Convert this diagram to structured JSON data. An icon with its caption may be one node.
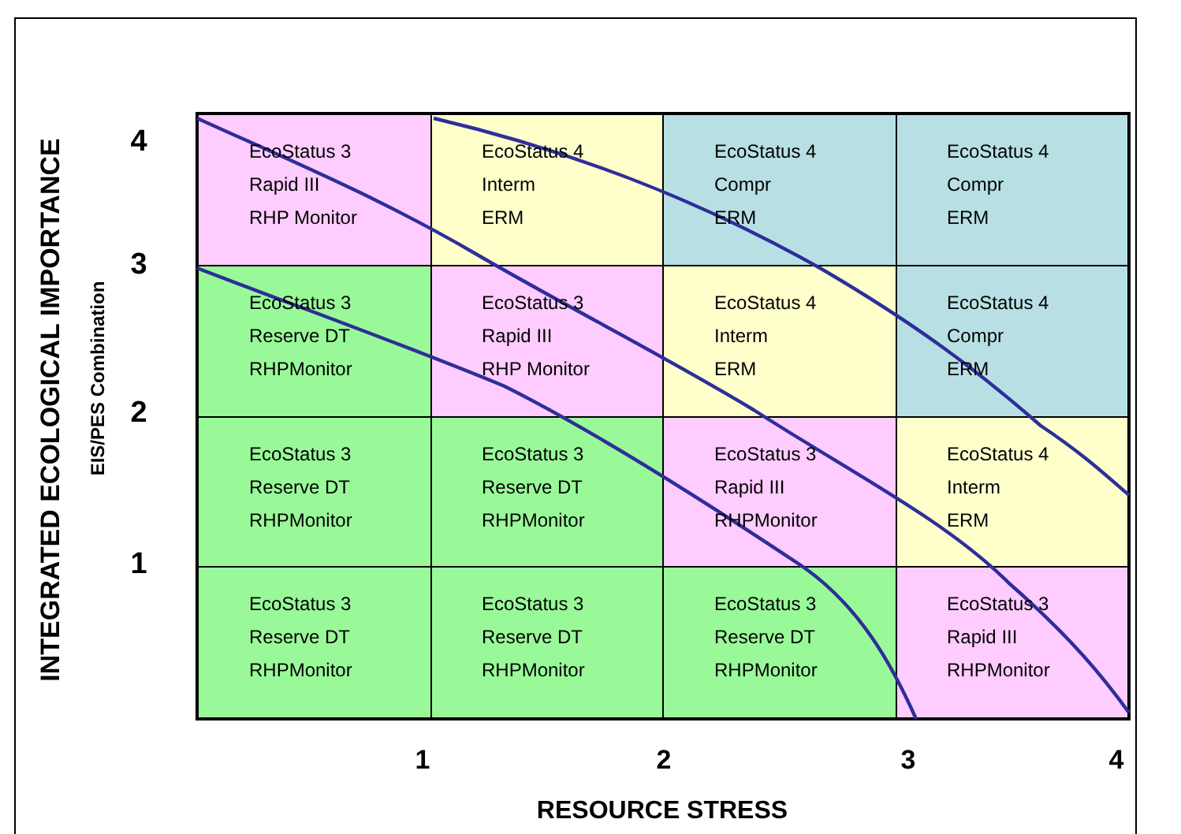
{
  "diagram": {
    "nodes": [
      {
        "text": [
          "EcoStatus 3",
          "Rapid III",
          "RHP Monitor"
        ]
      },
      {
        "text": [
          "EcoStatus 4",
          "Interm",
          "ERM"
        ]
      },
      {
        "text": [
          "EcoStatus 4",
          "Compr",
          "ERM"
        ]
      },
      {
        "text": [
          "EcoStatus 4",
          "Compr",
          "ERM"
        ]
      },
      {
        "text": [
          "EcoStatus 3",
          "Reserve DT",
          "RHPMonitor"
        ]
      },
      {
        "text": [
          "EcoStatus 3",
          "Rapid III",
          "RHP Monitor"
        ]
      },
      {
        "text": [
          "EcoStatus 4",
          "Interm",
          "ERM"
        ]
      },
      {
        "text": [
          "EcoStatus 4",
          "Compr",
          "ERM"
        ]
      },
      {
        "text": [
          "EcoStatus 3",
          "Reserve DT",
          "RHPMonitor"
        ]
      },
      {
        "text": [
          "EcoStatus 3",
          "Reserve DT",
          "RHPMonitor"
        ]
      },
      {
        "text": [
          "EcoStatus 3",
          "Rapid III",
          "RHPMonitor"
        ]
      },
      {
        "text": [
          "EcoStatus 4",
          "Interm",
          "ERM"
        ]
      },
      {
        "text": [
          "EcoStatus 3",
          "Reserve DT",
          "RHPMonitor"
        ]
      },
      {
        "text": [
          "EcoStatus 3",
          "Reserve DT",
          "RHPMonitor"
        ]
      },
      {
        "text": [
          "EcoStatus 3",
          "Reserve DT",
          "RHPMonitor"
        ]
      },
      {
        "text": [
          "EcoStatus 3",
          "Rapid III",
          "RHPMonitor"
        ]
      }
    ],
    "labels": [
      "INTEGRATED ECOLOGICAL IMPORTANCE",
      "EIS/PES Combination",
      "4",
      "3",
      "2",
      "1",
      "1",
      "2",
      "3",
      "4",
      "RESOURCE STRESS"
    ]
  }
}
